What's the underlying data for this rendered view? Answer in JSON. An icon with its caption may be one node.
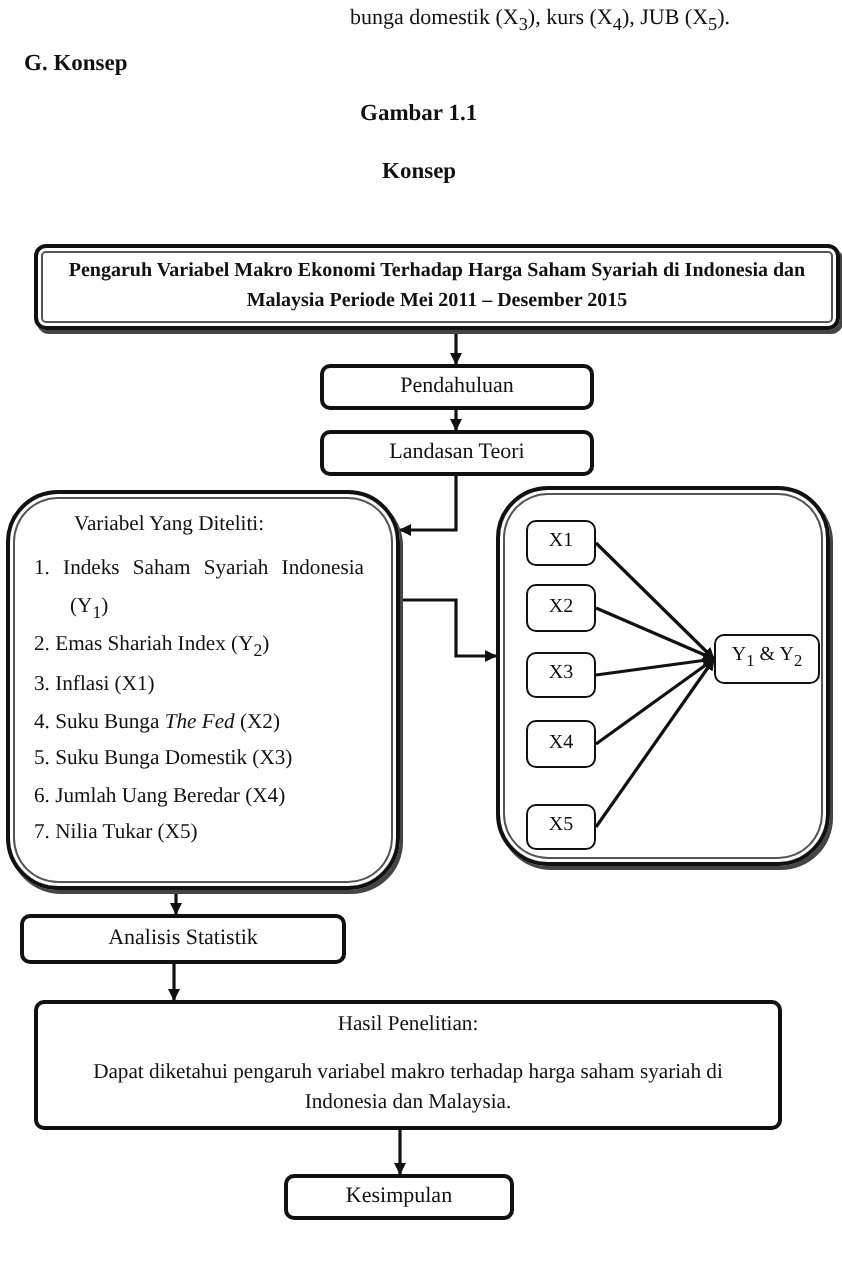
{
  "diagram": {
    "nodes": [
      {
        "text": [
          "Pengaruh Variabel Makro Ekonomi Terhadap Harga Saham Syariah di Indonesia dan Malaysia Periode Mei 2011 – Desember 2015"
        ]
      },
      {
        "text": [
          "Pendahuluan"
        ]
      },
      {
        "text": [
          "Landasan Teori"
        ]
      },
      {
        "text": [
          "Variabel Yang Diteliti:",
          "1. Indeks Saham Syariah Indonesia (Y$_{1}$)",
          "2. Emas Shariah Index (Y$_{2}$)",
          "3. Inflasi (X1)",
          "4. Suku Bunga *The Fed* (X2)",
          "5. Suku Bunga Domestik (X3)",
          "6. Jumlah Uang Beredar (X4)",
          "7. Nilia Tukar (X5)"
        ]
      },
      {
        "text": [],
        "shape": "box"
      },
      {
        "text": [
          "X1"
        ],
        "in": 4
      },
      {
        "text": [
          "X2"
        ],
        "in": 4
      },
      {
        "text": [
          "X3"
        ],
        "in": 4
      },
      {
        "text": [
          "X4"
        ],
        "in": 4
      },
      {
        "text": [
          "X5"
        ],
        "in": 4
      },
      {
        "text": [
          "Y$_{1}$ & Y$_{2}$"
        ],
        "in": 4
      },
      {
        "text": [
          "Analisis Statistik"
        ]
      },
      {
        "text": [
          "Hasil Penelitian:",
          "Dapat diketahui pengaruh variabel makro terhadap harga saham syariah di Indonesia dan Malaysia."
        ]
      },
      {
        "text": [
          "Kesimpulan"
        ]
      }
    ],
    "edges": [
      {
        "from": 0,
        "to": 1,
        "arrow": "to"
      },
      {
        "from": 1,
        "to": 2,
        "arrow": "to"
      },
      {
        "from": 2,
        "to": 3,
        "arrow": "to"
      },
      {
        "from": 3,
        "to": 4,
        "arrow": "to"
      },
      {
        "from": 5,
        "to": 10,
        "arrow": "to"
      },
      {
        "from": 6,
        "to": 10,
        "arrow": "to"
      },
      {
        "from": 7,
        "to": 10,
        "arrow": "to"
      },
      {
        "from": 8,
        "to": 10,
        "arrow": "to"
      },
      {
        "from": 9,
        "to": 10,
        "arrow": "to"
      },
      {
        "from": 3,
        "to": 11,
        "arrow": "to"
      },
      {
        "from": 11,
        "to": 12,
        "arrow": "to"
      },
      {
        "from": 12,
        "to": 13,
        "arrow": "to"
      }
    ],
    "labels": [
      "bunga domestik (X$_{3}$), kurs (X$_{4}$), JUB (X$_{5}$).",
      "G.  Konsep",
      "Gambar 1.1",
      "Konsep"
    ]
  }
}
